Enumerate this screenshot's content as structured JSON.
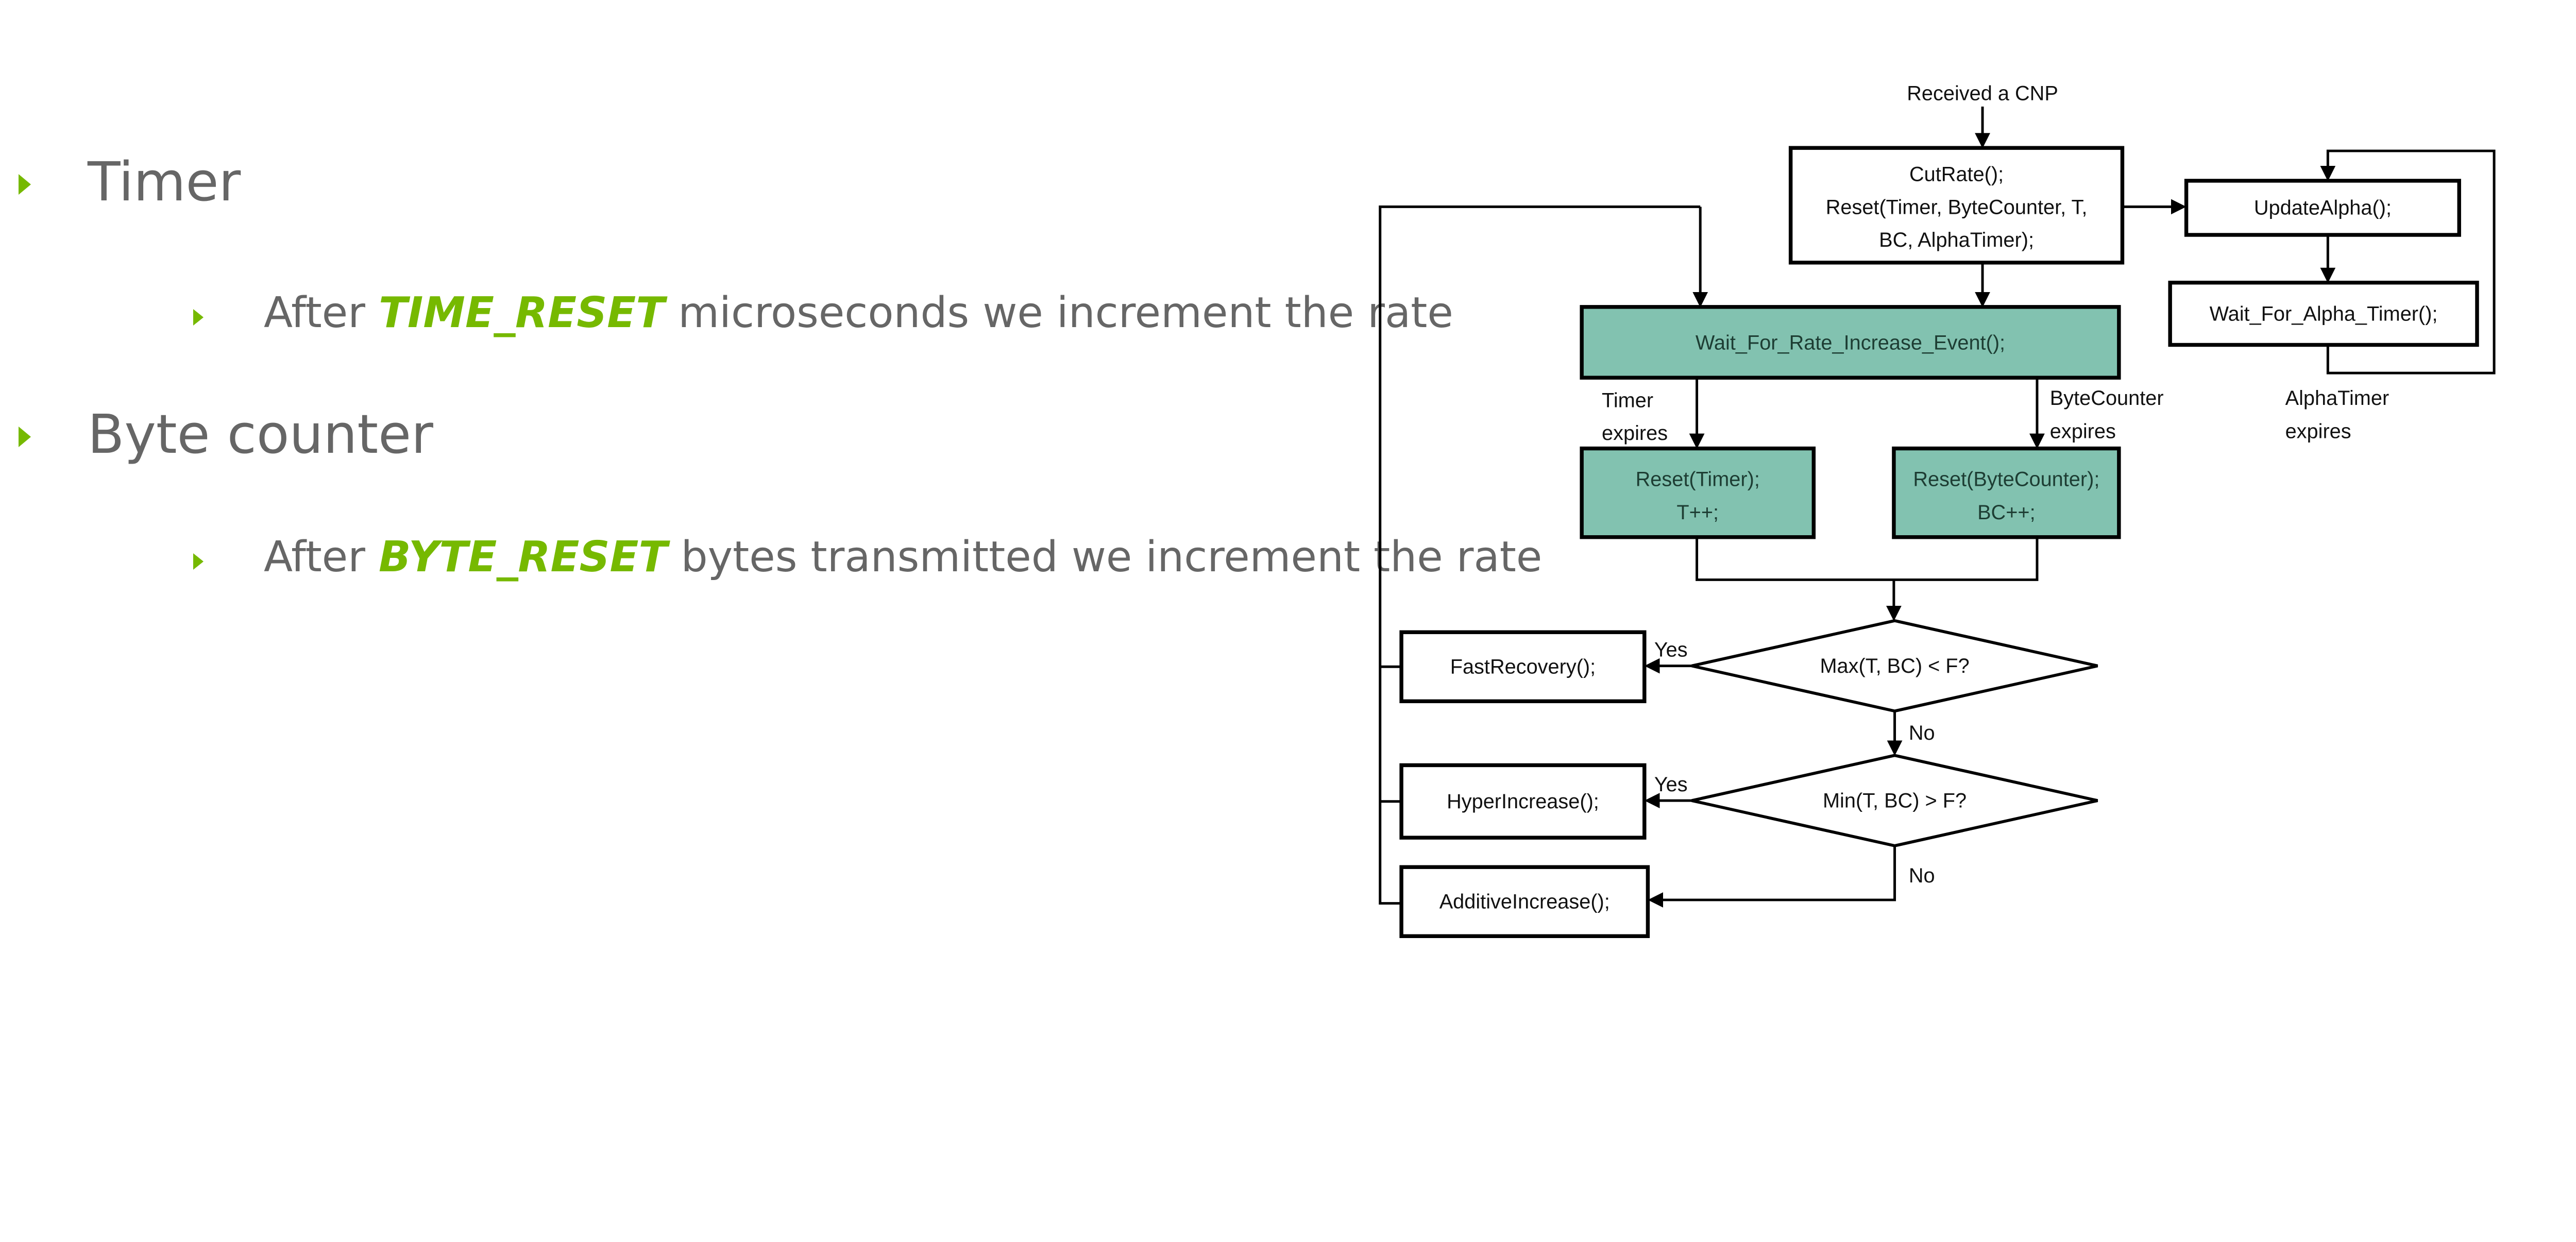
{
  "bullets": [
    {
      "label": "Timer",
      "sub": {
        "before": "After ",
        "keyword": "TIME_RESET",
        "after": " microseconds we increment the rate"
      }
    },
    {
      "label": "Byte counter",
      "sub": {
        "before": "After ",
        "keyword": "BYTE_RESET",
        "after": " bytes transmitted we increment the rate"
      }
    }
  ],
  "colors": {
    "accent": "#76b900",
    "text": "#666666",
    "highlight_box": "#82c2b0"
  },
  "flowchart": {
    "start": "Received a CNP",
    "cut_box": [
      "CutRate();",
      "Reset(Timer, ByteCounter, T,",
      "BC, AlphaTimer);"
    ],
    "update_alpha": "UpdateAlpha();",
    "wait_alpha": "Wait_For_Alpha_Timer();",
    "alpha_label": [
      "AlphaTimer",
      "expires"
    ],
    "wait_rate": "Wait_For_Rate_Increase_Event();",
    "timer_label": [
      "Timer",
      "expires"
    ],
    "bc_label": [
      "ByteCounter",
      "expires"
    ],
    "reset_timer": [
      "Reset(Timer);",
      "T++;"
    ],
    "reset_bc": [
      "Reset(ByteCounter);",
      "BC++;"
    ],
    "decision1": "Max(T, BC) < F?",
    "decision2": "Min(T, BC) > F?",
    "yes": "Yes",
    "no": "No",
    "fast_recovery": "FastRecovery();",
    "hyper_increase": "HyperIncrease();",
    "additive_increase": "AdditiveIncrease();"
  }
}
